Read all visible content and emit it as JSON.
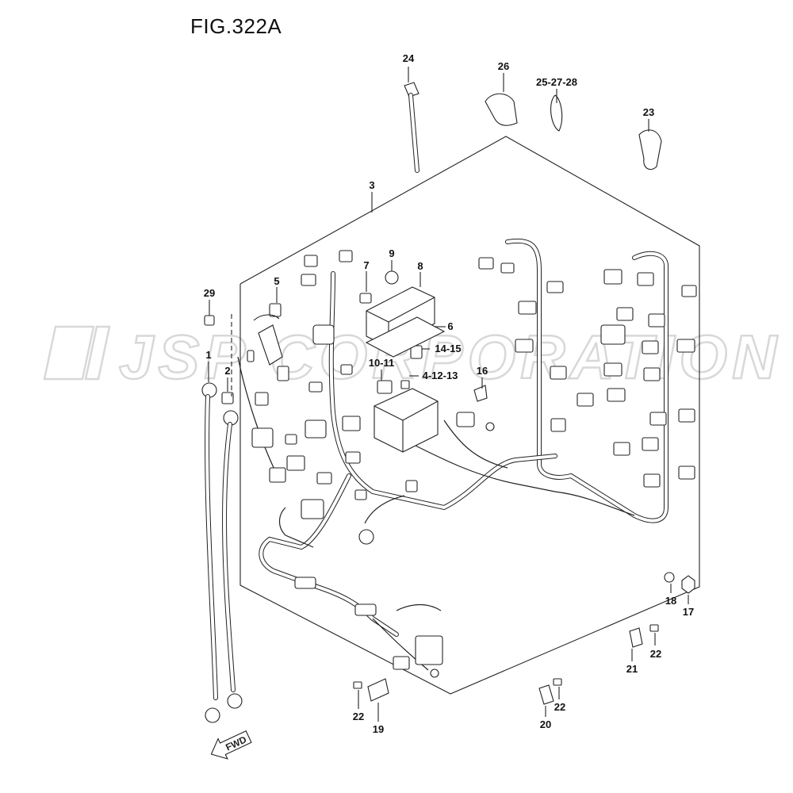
{
  "figure": {
    "title": "FIG.322A"
  },
  "watermark": {
    "text": "JSP CORPORATION"
  },
  "fwd_badge": {
    "label": "FWD"
  },
  "callouts": [
    {
      "label": "24"
    },
    {
      "label": "26"
    },
    {
      "label": "25-27-28"
    },
    {
      "label": "23"
    },
    {
      "label": "3"
    },
    {
      "label": "29"
    },
    {
      "label": "5"
    },
    {
      "label": "7"
    },
    {
      "label": "9"
    },
    {
      "label": "8"
    },
    {
      "label": "6"
    },
    {
      "label": "14-15"
    },
    {
      "label": "10-11"
    },
    {
      "label": "4-12-13"
    },
    {
      "label": "16"
    },
    {
      "label": "1"
    },
    {
      "label": "2"
    },
    {
      "label": "18"
    },
    {
      "label": "17"
    },
    {
      "label": "22"
    },
    {
      "label": "21"
    },
    {
      "label": "22"
    },
    {
      "label": "20"
    },
    {
      "label": "22"
    },
    {
      "label": "19"
    }
  ]
}
